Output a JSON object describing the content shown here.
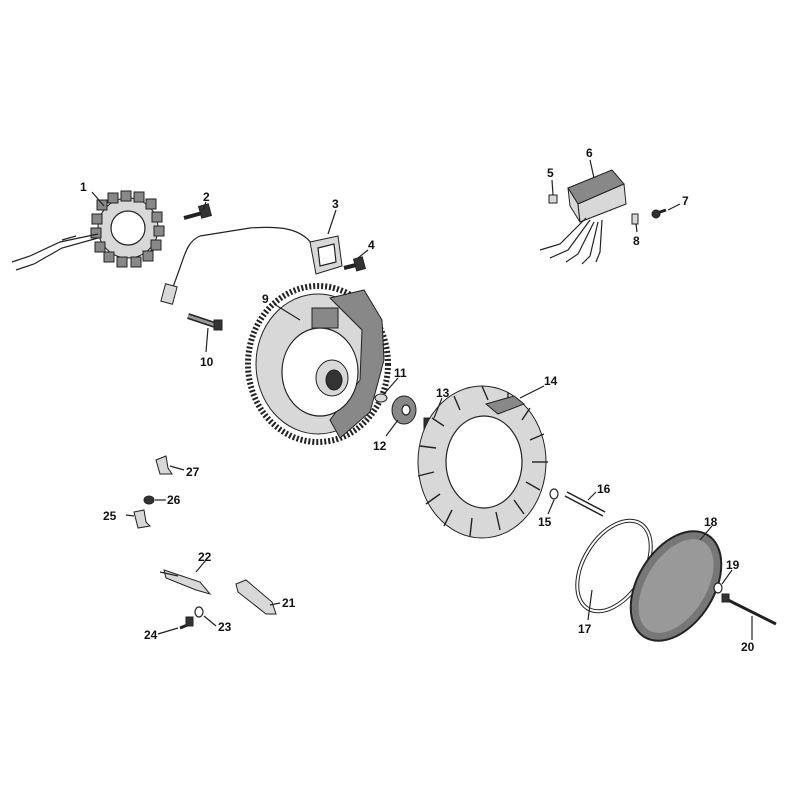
{
  "diagram": {
    "parts": [
      {
        "id": "1",
        "label": "1"
      },
      {
        "id": "2",
        "label": "2"
      },
      {
        "id": "3",
        "label": "3"
      },
      {
        "id": "4",
        "label": "4"
      },
      {
        "id": "5",
        "label": "5"
      },
      {
        "id": "6",
        "label": "6"
      },
      {
        "id": "7",
        "label": "7"
      },
      {
        "id": "8",
        "label": "8"
      },
      {
        "id": "9",
        "label": "9"
      },
      {
        "id": "10",
        "label": "10"
      },
      {
        "id": "11",
        "label": "11"
      },
      {
        "id": "12",
        "label": "12"
      },
      {
        "id": "13",
        "label": "13"
      },
      {
        "id": "14",
        "label": "14"
      },
      {
        "id": "15",
        "label": "15"
      },
      {
        "id": "16",
        "label": "16"
      },
      {
        "id": "17",
        "label": "17"
      },
      {
        "id": "18",
        "label": "18"
      },
      {
        "id": "19",
        "label": "19"
      },
      {
        "id": "20",
        "label": "20"
      },
      {
        "id": "21",
        "label": "21"
      },
      {
        "id": "22",
        "label": "22"
      },
      {
        "id": "23",
        "label": "23"
      },
      {
        "id": "24",
        "label": "24"
      },
      {
        "id": "25",
        "label": "25"
      },
      {
        "id": "26",
        "label": "26"
      },
      {
        "id": "27",
        "label": "27"
      }
    ]
  }
}
